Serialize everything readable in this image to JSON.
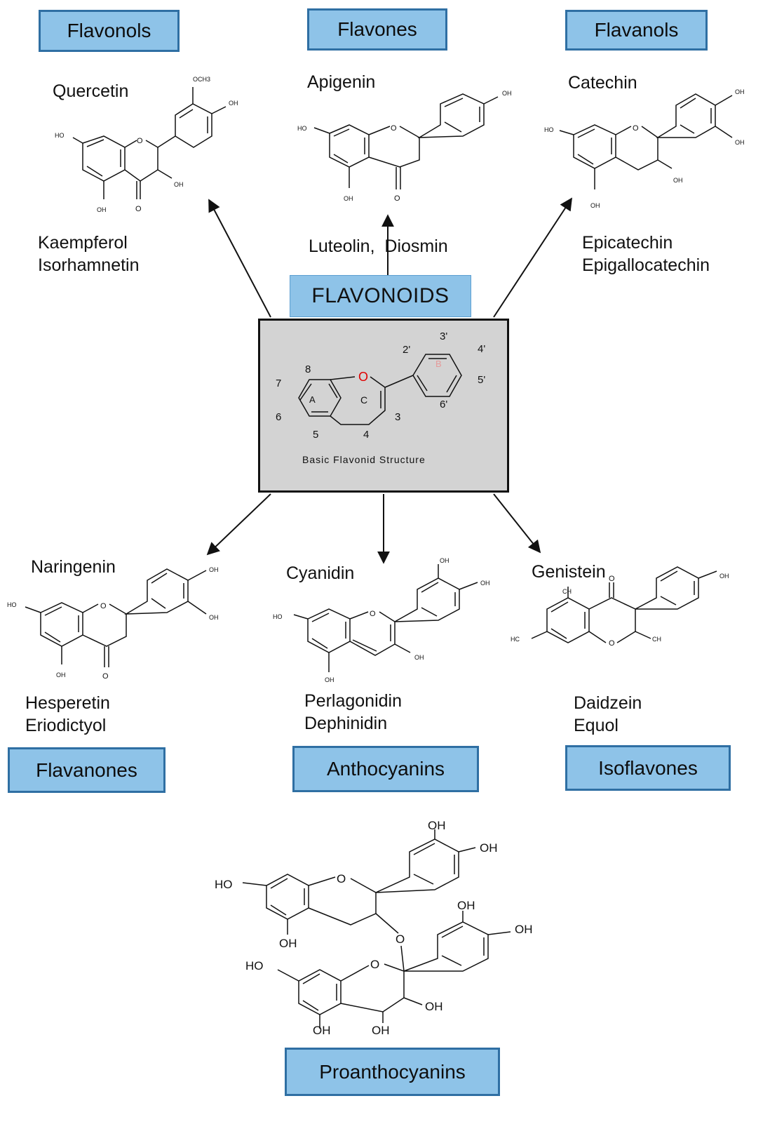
{
  "colors": {
    "box_fill": "#8ec3e8",
    "box_border": "#2f6fa3",
    "center_fill": "#d3d3d3",
    "oxygen_red": "#e00000",
    "ring_b_label": "#e59a9a"
  },
  "center": {
    "title": "FLAVONOIDS",
    "caption": "Basic Flavonid Structure",
    "ring_labels": {
      "a": "A",
      "b": "B",
      "c": "C"
    },
    "oxygen": "O",
    "positions": {
      "p2": "2'",
      "p3": "3'",
      "p4": "4'",
      "p5": "5'",
      "p6": "6'",
      "n3": "3",
      "n4": "4",
      "n5": "5",
      "n6": "6",
      "n7": "7",
      "n8": "8"
    }
  },
  "classes": {
    "flavonols": {
      "label": "Flavonols",
      "example": "Quercetin",
      "others": [
        "Kaempferol",
        "Isorhamnetin"
      ]
    },
    "flavones": {
      "label": "Flavones",
      "example": "Apigenin",
      "others": [
        "Luteolin,  Diosmin"
      ]
    },
    "flavanols": {
      "label": "Flavanols",
      "example": "Catechin",
      "others": [
        "Epicatechin",
        "Epigallocatechin"
      ]
    },
    "flavanones": {
      "label": "Flavanones",
      "example": "Naringenin",
      "others": [
        "Hesperetin",
        "Eriodictyol"
      ]
    },
    "anthocyanins": {
      "label": "Anthocyanins",
      "example": "Cyanidin",
      "others": [
        "Perlagonidin",
        "Dephinidin"
      ]
    },
    "isoflavones": {
      "label": "Isoflavones",
      "example": "Genistein",
      "others": [
        "Daidzein",
        "Equol"
      ]
    },
    "proanthocyanins": {
      "label": "Proanthocyanins"
    }
  },
  "atoms": {
    "OH": "OH",
    "HO": "HO",
    "O": "O",
    "OCH3": "OCH3",
    "CH": "CH",
    "HC": "HC"
  }
}
